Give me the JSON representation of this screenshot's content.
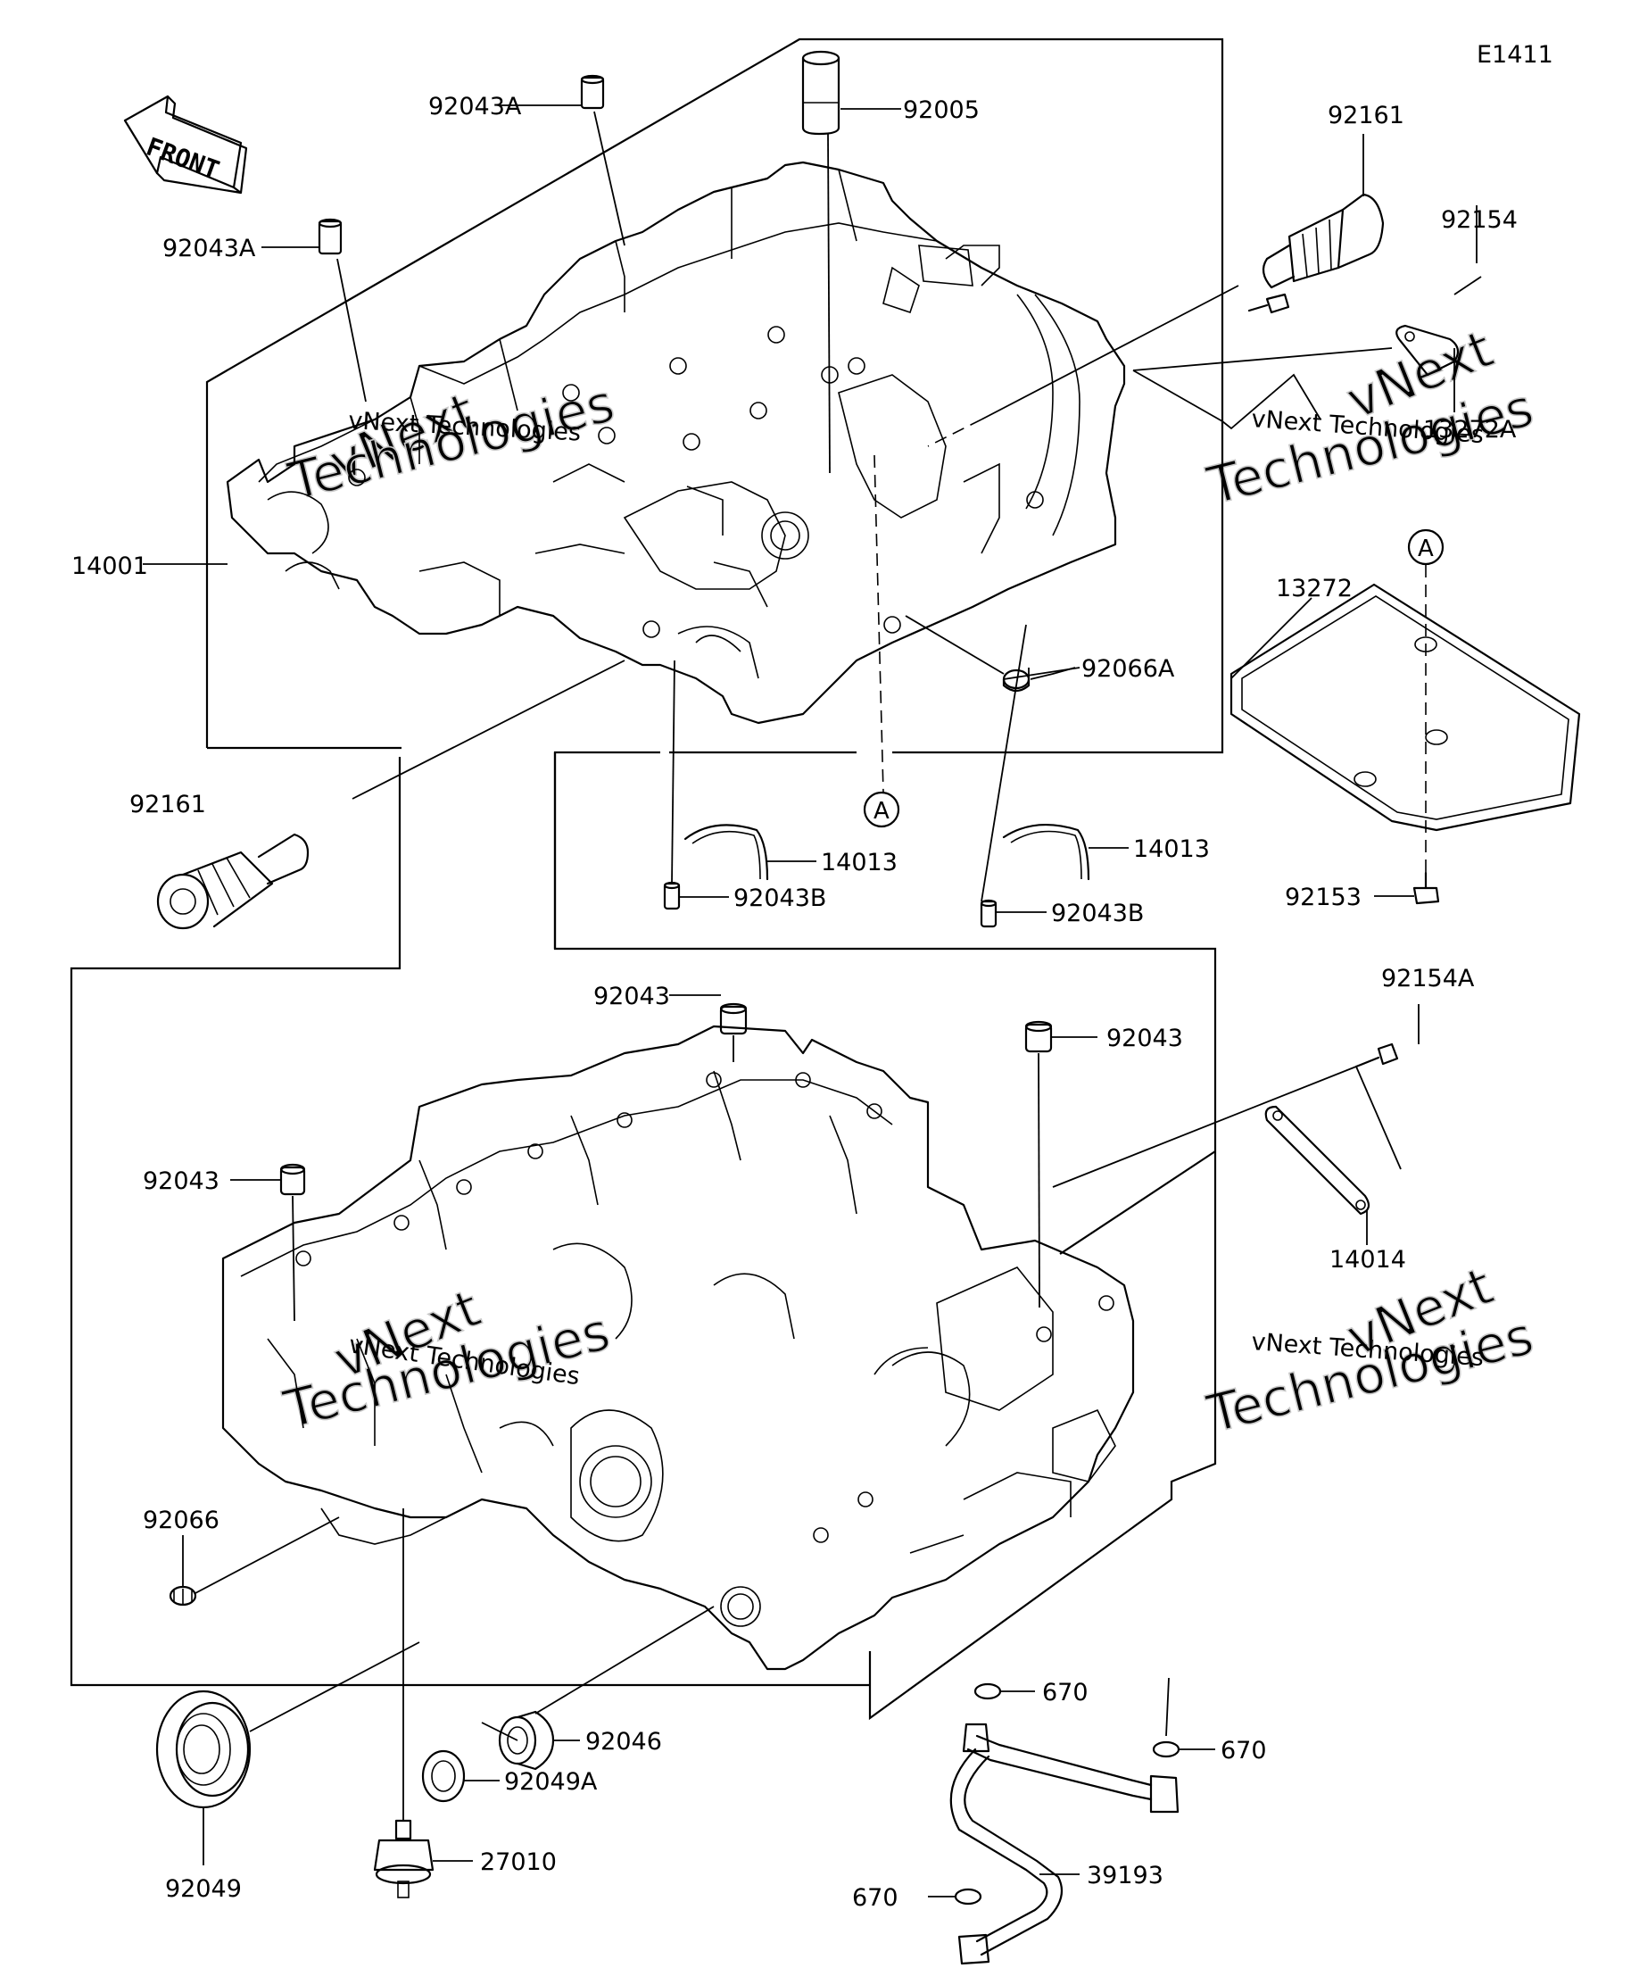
{
  "diagram_code": "E1411",
  "front_arrow_label": "FRONT",
  "circle_marker": "A",
  "watermark": {
    "brand": "vNext",
    "line1": "Technologies",
    "small_text": "vNext Technologies"
  },
  "labels": {
    "p92043A_top": "92043A",
    "p92005": "92005",
    "p92043A_left": "92043A",
    "p92161_top": "92161",
    "p92154": "92154",
    "p13272A": "13272A",
    "p14001": "14001",
    "p13272": "13272",
    "p92066A": "92066A",
    "p92161_left": "92161",
    "p14013_left": "14013",
    "p14013_right": "14013",
    "p92043B_left": "92043B",
    "p92043B_right": "92043B",
    "p92153": "92153",
    "p92154A": "92154A",
    "p92043_top": "92043",
    "p92043_right": "92043",
    "p92043_left": "92043",
    "p14014": "14014",
    "p92066": "92066",
    "p670_a": "670",
    "p670_b": "670",
    "p670_c": "670",
    "p92046": "92046",
    "p92049A": "92049A",
    "p92049": "92049",
    "p27010": "27010",
    "p39193": "39193"
  }
}
